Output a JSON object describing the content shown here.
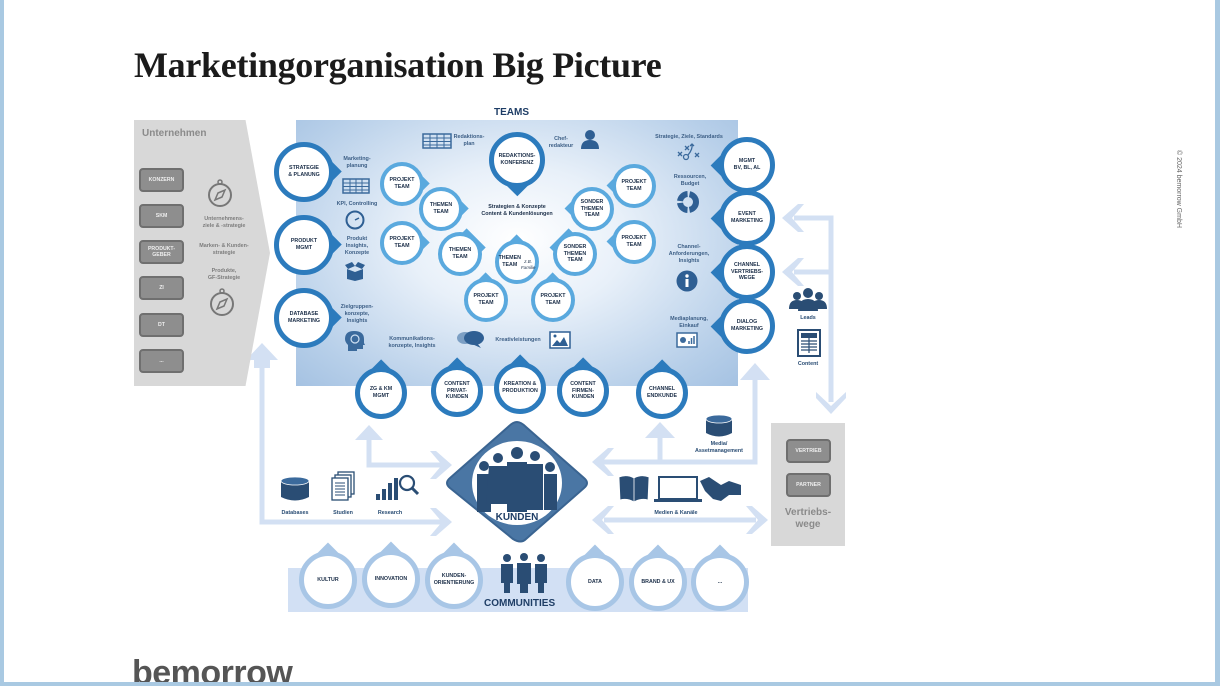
{
  "header": {
    "title": "Marketingorganisation Big Picture",
    "copyright": "© 2024 bemorrow GmbH",
    "logo": "bemorrow"
  },
  "unternehmen": {
    "title": "Unternehmen",
    "buttons": [
      "KONZERN",
      "SKM",
      "PRODUKT-\nGEBER",
      "ZI",
      "DT",
      "..."
    ],
    "labels": [
      "Unternehmens-\nziele & -strategie",
      "Marken- & Kunden-\nstrategie",
      "Produkte,\nGF-Strategie"
    ]
  },
  "teams": {
    "title": "TEAMS",
    "center_text": "Strategien & Konzepte\nContent & Kundenlösungen",
    "labels": {
      "redaktionsplan": "Redaktions-\nplan",
      "chefredakteur": "Chef-\nredakteur",
      "strategie": "Strategie, Ziele, Standards",
      "marketingplanung": "Marketing-\nplanung",
      "kpi": "KPI, Controlling",
      "produkt_insights": "Produkt\nInsights,\nKonzepte",
      "zielgruppen": "Zielgruppen-\nkonzepte,\nInsights",
      "kommunikation": "Kommunikations-\nkonzepte, Insights",
      "kreativ": "Kreativleistungen",
      "ressourcen": "Ressourcen,\nBudget",
      "channel_anf": "Channel-\nAnforderungen,\nInsights",
      "mediaplanung": "Mediaplanung,\nEinkauf"
    },
    "left_nodes": [
      "STRATEGIE\n& PLANUNG",
      "PRODUKT\nMGMT",
      "DATABASE\nMARKETING"
    ],
    "right_nodes": [
      "MGMT\nBV, BL, AL",
      "EVENT\nMARKETING",
      "CHANNEL\nVERTRIEBS-\nWEGE",
      "DIALOG\nMARKETING"
    ],
    "inner_nodes": [
      "REDAKTIONS-\nKONFERENZ",
      "PROJEKT\nTEAM",
      "THEMEN\nTEAM",
      "PROJEKT\nTEAM",
      "THEMEN\nTEAM",
      "THEMEN\nTEAM",
      "PROJEKT\nTEAM",
      "PROJEKT\nTEAM",
      "SONDER\nTHEMEN\nTEAM",
      "SONDER\nTHEMEN\nTEAM",
      "PROJEKT\nTEAM",
      "PROJEKT\nTEAM"
    ],
    "inner_note": "z.B. Familie",
    "bottom_nodes": [
      "ZG & KM\nMGMT",
      "CONTENT\nPRIVAT-\nKUNDEN",
      "KREATION &\nPRODUKTION",
      "CONTENT\nFIRMEN-\nKUNDEN",
      "CHANNEL\nENDKUNDE"
    ]
  },
  "side": {
    "leads": "Leads",
    "content": "Content"
  },
  "bottom": {
    "databases": "Databases",
    "studien": "Studien",
    "research": "Research",
    "media_asset": "Media/\nAssetmanagement",
    "medien_kanaele": "Medien & Kanäle",
    "kunden": "KUNDEN"
  },
  "communities": {
    "title": "COMMUNITIES",
    "nodes": [
      "KULTUR",
      "INNOVATION",
      "KUNDEN-\nORIENTIERUNG",
      "DATA",
      "BRAND & UX",
      "..."
    ]
  },
  "vertriebswege": {
    "title": "Vertriebs-\nwege",
    "buttons": [
      "VERTRIEB",
      "PARTNER"
    ]
  },
  "colors": {
    "dark_pin": "#2c7bbd",
    "light_pin": "#5aa9de",
    "community_pin": "#a8c6e6",
    "arrow": "#d3e0f3",
    "navy": "#2a4d74",
    "kunden": "#4a76a4"
  }
}
